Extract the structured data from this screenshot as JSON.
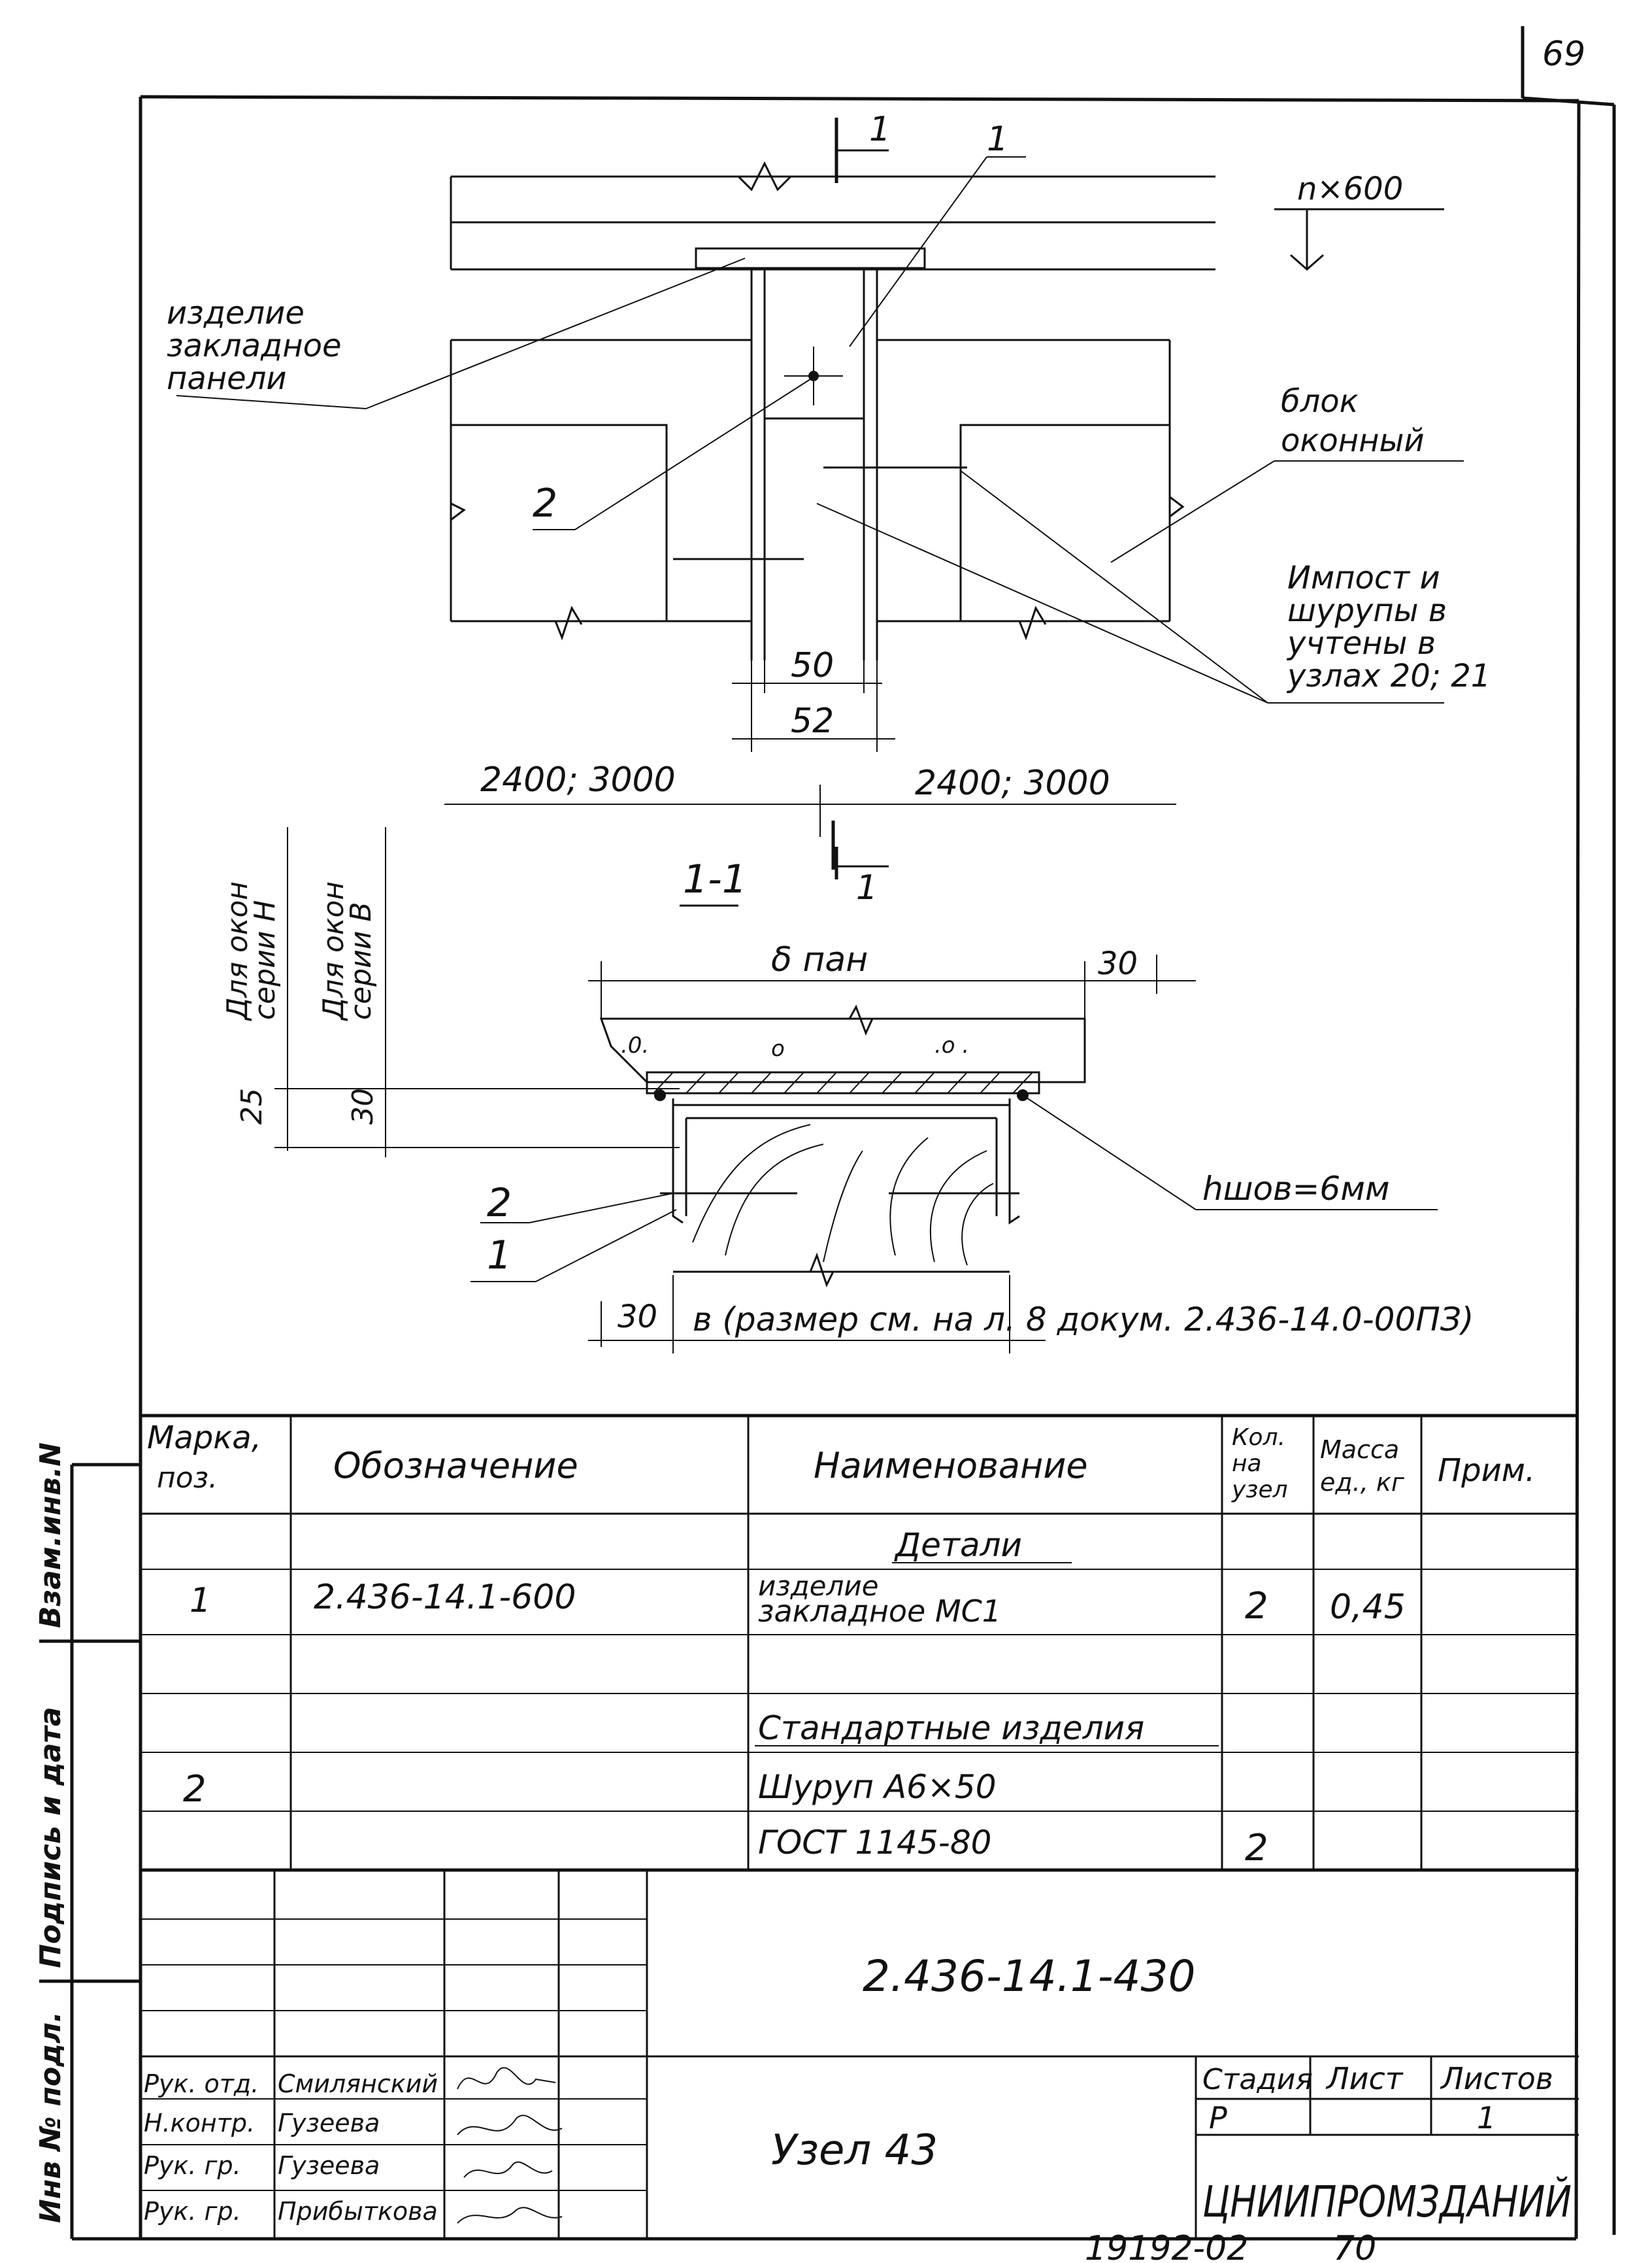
{
  "page_number": "69",
  "footer": {
    "archive_number": "19192-02",
    "next_page": "70"
  },
  "side_stamp": {
    "sig_date": "Подпись и дата",
    "inv_no": "Инв № подл.",
    "vzam_inv": "Взам.инв.N"
  },
  "plan_view": {
    "section_mark": "1",
    "leader_1": "1",
    "dim_step": "n×600",
    "label_embedded": [
      "изделие",
      "закладное",
      "панели"
    ],
    "label_block": [
      "блок",
      "оконный"
    ],
    "label_imposts": [
      "Импост и",
      "шурупы в",
      "учтены в",
      "узлах 20; 21"
    ],
    "leader_2": "2",
    "dim_50": "50",
    "dim_52": "52",
    "dim_left": "2400; 3000",
    "dim_right": "2400; 3000",
    "section_mark_bottom": "1"
  },
  "section_view": {
    "title": "1-1",
    "section_mark": "1",
    "dim_panel": "δ пан",
    "dim_30_top": "30",
    "label_window_h": [
      "Для окон",
      "серии Н"
    ],
    "label_window_v": [
      "Для окон",
      "серии В"
    ],
    "dim_25": "25",
    "dim_30_side": "30",
    "weld": "hшов=6мм",
    "leader_2": "2",
    "leader_1": "1",
    "dim_30_bottom": "30",
    "dim_b": "в (размер см. на л. 8  докум. 2.436-14.0-00ПЗ)"
  },
  "spec_table": {
    "headers": {
      "mark": [
        "Марка,",
        "поз."
      ],
      "designation": "Обозначение",
      "name": "Наименование",
      "qty": [
        "Кол.",
        "на",
        "узел"
      ],
      "mass": [
        "Масса",
        "ед., кг"
      ],
      "note": "Прим."
    },
    "section_parts": "Детали",
    "section_standard": "Стандартные изделия",
    "rows": [
      {
        "pos": "1",
        "designation": "2.436-14.1-600",
        "name1": "изделие",
        "name2": "закладное  МС1",
        "qty": "2",
        "mass": "0,45"
      },
      {
        "pos": "2",
        "name": "Шуруп  А6×50"
      },
      {
        "name": "ГОСТ  1145-80",
        "qty": "2"
      }
    ]
  },
  "title_block": {
    "doc_code": "2.436-14.1-430",
    "title": "Узел 43",
    "stage_label": "Стадия",
    "sheet_label": "Лист",
    "sheets_label": "Листов",
    "stage": "Р",
    "sheets": "1",
    "org": "ЦНИИПРОМЗДАНИЙ",
    "people": [
      {
        "role": "Рук. отд.",
        "name": "Смилянский"
      },
      {
        "role": "Н.контр.",
        "name": "Гузеева"
      },
      {
        "role": "Рук. гр.",
        "name": "Гузеева"
      },
      {
        "role": "Рук. гр.",
        "name": "Прибыткова"
      }
    ]
  }
}
